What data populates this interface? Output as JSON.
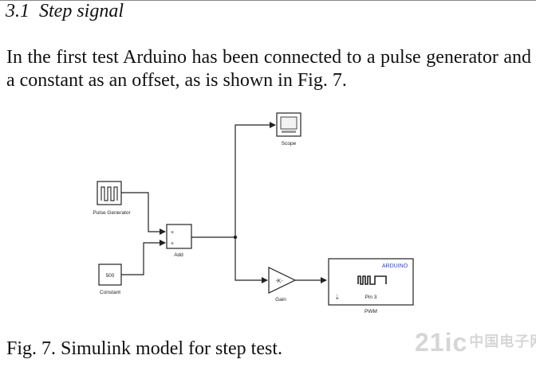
{
  "section": {
    "number": "3.1",
    "title": "Step signal"
  },
  "paragraph": "In the first test Arduino has been connected to a pulse generator and a constant as an offset, as is shown in Fig. 7.",
  "figure": {
    "blocks": {
      "scope": "Scope",
      "pulse_generator": "Pulse Generator",
      "add": "Add",
      "add_ports": [
        "+",
        "+"
      ],
      "constant_label": "Constant",
      "constant_value": "500",
      "gain_label": "Gain",
      "gain_value": "-K-",
      "arduino_title": "ARDUINO",
      "arduino_pin": "Pin 3",
      "arduino_label": "PWM"
    },
    "caption": "Fig. 7. Simulink model for step test."
  },
  "watermark": {
    "text": "21ic",
    "cn": "中国电子网"
  },
  "colors": {
    "arduino_title": "#3344cc",
    "text": "#111111"
  }
}
